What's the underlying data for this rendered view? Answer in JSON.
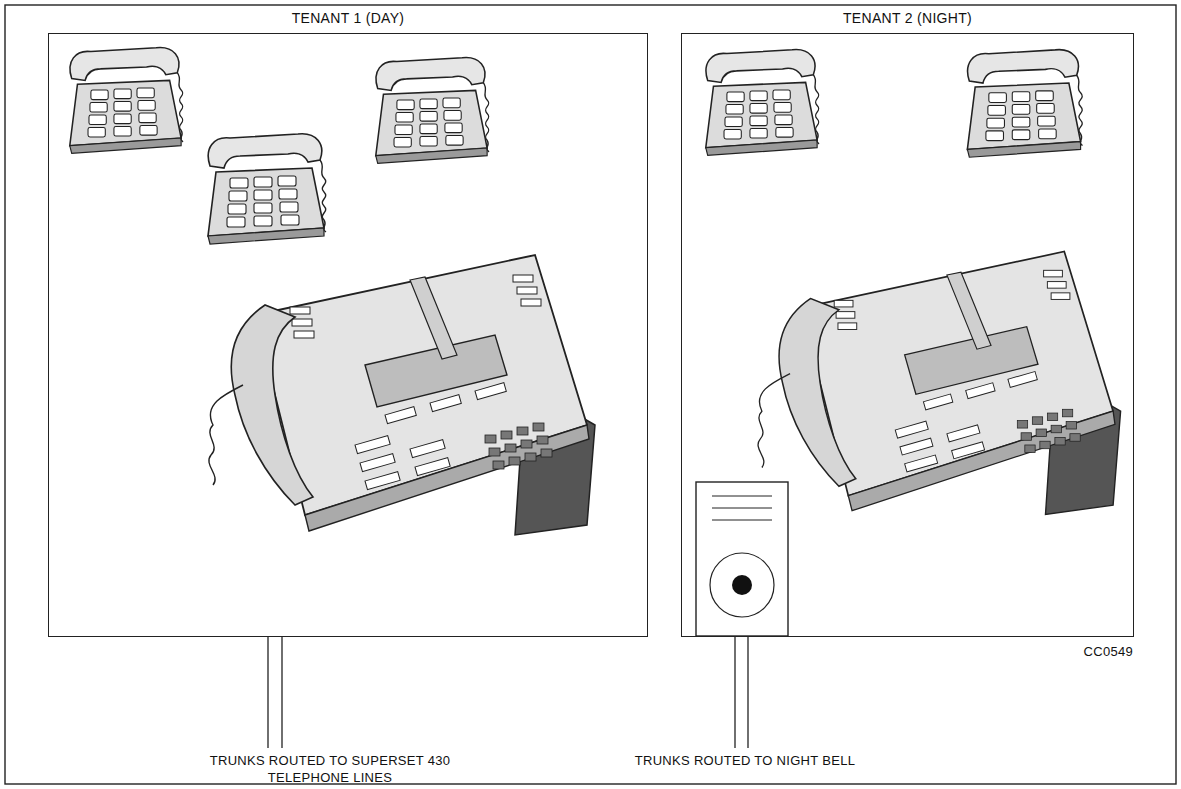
{
  "diagram": {
    "nodes": [
      {
        "text": [
          "TENANT 1 (DAY)"
        ]
      },
      {
        "text": [
          "TENANT 2 (NIGHT)"
        ]
      }
    ],
    "labels": [
      "TRUNKS ROUTED TO SUPERSET 430 TELEPHONE LINES",
      "TRUNKS ROUTED TO NIGHT BELL",
      "CC0549"
    ]
  }
}
